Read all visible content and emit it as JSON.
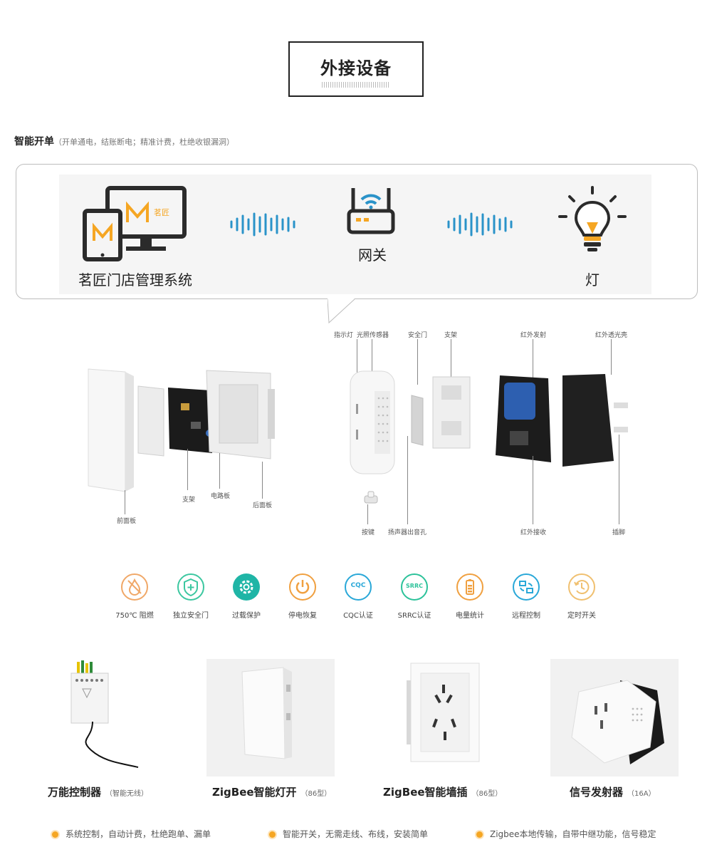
{
  "title": "外接设备",
  "section": {
    "name": "智能开单",
    "desc": "（开单通电，结账断电；精准计费，杜绝收银漏洞）"
  },
  "flow": {
    "system_label": "茗匠门店管理系统",
    "logo_text": "茗匠",
    "gateway_label": "网关",
    "light_label": "灯"
  },
  "switch_parts": {
    "front": "前面板",
    "bracket": "支架",
    "circuit": "电路板",
    "back": "后面板"
  },
  "plug_parts": {
    "indicator": "指示灯",
    "light_sensor": "光照传感器",
    "safety_door": "安全门",
    "bracket": "支架",
    "ir_emit": "红外发射",
    "ir_shell": "红外透光壳",
    "button": "按键",
    "speaker": "扬声器出音孔",
    "ir_receive": "红外接收",
    "pins": "插脚"
  },
  "features": [
    {
      "label": "750℃ 阻燃",
      "icon": "flame-retardant-icon",
      "color": "#f0a868"
    },
    {
      "label": "独立安全门",
      "icon": "shield-plus-icon",
      "color": "#3cc7a0"
    },
    {
      "label": "过载保护",
      "icon": "gear-icon",
      "color": "#1fb5a6"
    },
    {
      "label": "停电恢复",
      "icon": "power-icon",
      "color": "#f0a040"
    },
    {
      "label": "CQC认证",
      "icon": "cqc-icon",
      "color": "#2aa8d8"
    },
    {
      "label": "SRRC认证",
      "icon": "srrc-icon",
      "color": "#2cc29a"
    },
    {
      "label": "电量统计",
      "icon": "battery-icon",
      "color": "#f0a040"
    },
    {
      "label": "远程控制",
      "icon": "remote-control-icon",
      "color": "#2aa8d8"
    },
    {
      "label": "定时开关",
      "icon": "timer-icon",
      "color": "#f0c070"
    }
  ],
  "feature_badges": {
    "cqc": "CQC",
    "srrc": "SRRC"
  },
  "products": [
    {
      "name": "万能控制器",
      "note": "（智能无线）"
    },
    {
      "name": "ZigBee智能灯开",
      "note": "（86型）"
    },
    {
      "name": "ZigBee智能墙插",
      "note": "（86型）"
    },
    {
      "name": "信号发射器",
      "note": "（16A）"
    }
  ],
  "bullets": [
    "系统控制，自动计费，杜绝跑单、漏单",
    "智能开关，无需走线、布线，安装简单",
    "Zigbee本地传输，自带中继功能，信号稳定"
  ],
  "colors": {
    "accent": "#f5a623",
    "wave": "#2a93c9",
    "dark": "#2b2b2b"
  }
}
